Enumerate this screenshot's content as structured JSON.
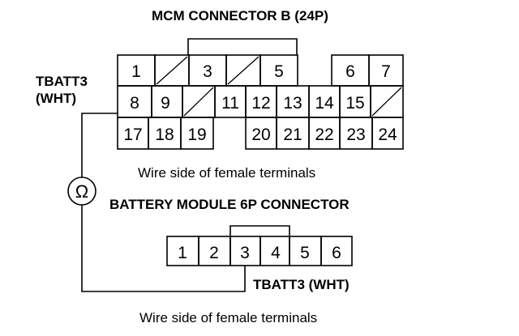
{
  "mcm": {
    "title": "MCM CONNECTOR B (24P)",
    "caption": "Wire side of female terminals",
    "rows": [
      [
        "1",
        "/",
        "3",
        "/",
        "5",
        "",
        "6",
        "7"
      ],
      [
        "8",
        "9",
        "/",
        "11",
        "12",
        "13",
        "14",
        "15",
        "/"
      ],
      [
        "17",
        "18",
        "19",
        "",
        "20",
        "21",
        "22",
        "23",
        "24"
      ]
    ]
  },
  "tbatt_mcm": {
    "line1": "TBATT3",
    "line2": "(WHT)"
  },
  "ohm_symbol": "Ω",
  "battery": {
    "title": "BATTERY MODULE 6P CONNECTOR",
    "caption": "Wire side of female terminals",
    "pins": [
      "1",
      "2",
      "3",
      "4",
      "5",
      "6"
    ]
  },
  "tbatt_battery": {
    "label": "TBATT3 (WHT)"
  }
}
